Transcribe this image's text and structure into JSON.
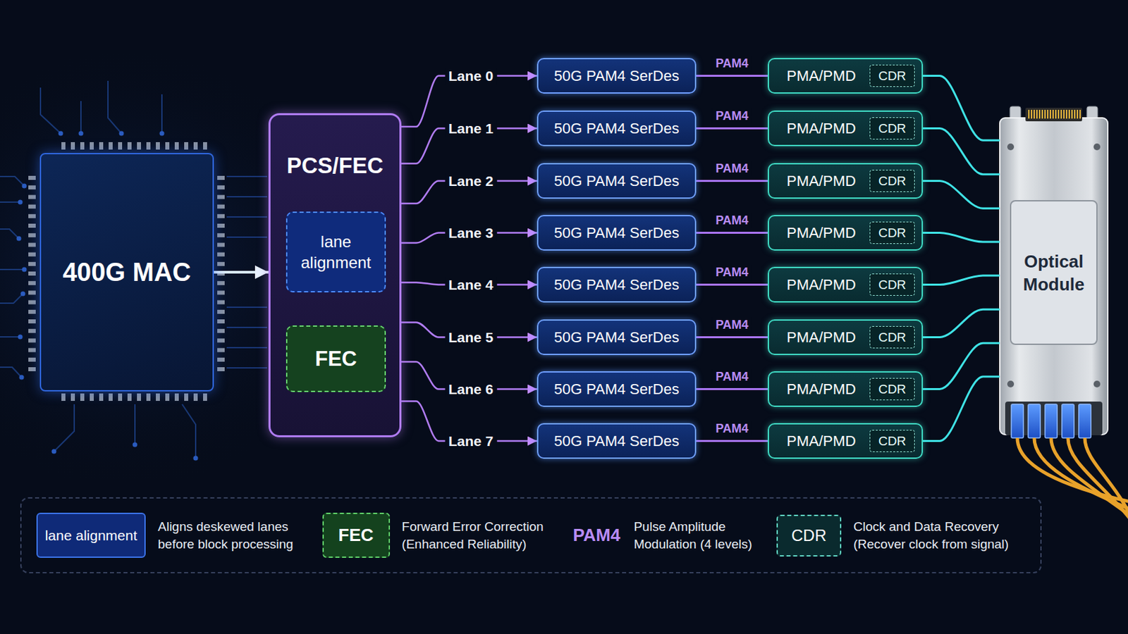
{
  "diagram": {
    "nodes": [
      {
        "text": [
          "400G MAC"
        ]
      },
      {
        "text": [
          "PCS/FEC"
        ]
      },
      {
        "text": [
          "lane alignment"
        ],
        "in": 1
      },
      {
        "text": [
          "FEC"
        ],
        "in": 1
      },
      {
        "text": [
          "50G PAM4 SerDes"
        ]
      },
      {
        "text": [
          "PMA/PMD"
        ]
      },
      {
        "text": [
          "CDR"
        ],
        "in": 5
      },
      {
        "text": [
          "50G PAM4 SerDes"
        ]
      },
      {
        "text": [
          "PMA/PMD"
        ]
      },
      {
        "text": [
          "CDR"
        ],
        "in": 8
      },
      {
        "text": [
          "50G PAM4 SerDes"
        ]
      },
      {
        "text": [
          "PMA/PMD"
        ]
      },
      {
        "text": [
          "CDR"
        ],
        "in": 11
      },
      {
        "text": [
          "50G PAM4 SerDes"
        ]
      },
      {
        "text": [
          "PMA/PMD"
        ]
      },
      {
        "text": [
          "CDR"
        ],
        "in": 14
      },
      {
        "text": [
          "50G PAM4 SerDes"
        ]
      },
      {
        "text": [
          "PMA/PMD"
        ]
      },
      {
        "text": [
          "CDR"
        ],
        "in": 17
      },
      {
        "text": [
          "50G PAM4 SerDes"
        ]
      },
      {
        "text": [
          "PMA/PMD"
        ]
      },
      {
        "text": [
          "CDR"
        ],
        "in": 20
      },
      {
        "text": [
          "50G PAM4 SerDes"
        ]
      },
      {
        "text": [
          "PMA/PMD"
        ]
      },
      {
        "text": [
          "CDR"
        ],
        "in": 23
      },
      {
        "text": [
          "50G PAM4 SerDes"
        ]
      },
      {
        "text": [
          "PMA/PMD"
        ]
      },
      {
        "text": [
          "CDR"
        ],
        "in": 26
      },
      {
        "text": [
          "Optical Module"
        ]
      }
    ],
    "edges": [
      {
        "from": 0,
        "to": 1,
        "arrow": "to"
      },
      {
        "from": 1,
        "to": 4,
        "label": "Lane 0",
        "arrow": "to"
      },
      {
        "from": 1,
        "to": 7,
        "label": "Lane 1",
        "arrow": "to"
      },
      {
        "from": 1,
        "to": 10,
        "label": "Lane 2",
        "arrow": "to"
      },
      {
        "from": 1,
        "to": 13,
        "label": "Lane 3",
        "arrow": "to"
      },
      {
        "from": 1,
        "to": 16,
        "label": "Lane 4",
        "arrow": "to"
      },
      {
        "from": 1,
        "to": 19,
        "label": "Lane 5",
        "arrow": "to"
      },
      {
        "from": 1,
        "to": 22,
        "label": "Lane 6",
        "arrow": "to"
      },
      {
        "from": 1,
        "to": 25,
        "label": "Lane 7",
        "arrow": "to"
      },
      {
        "from": 4,
        "to": 5,
        "label": "PAM4",
        "arrow": "none"
      },
      {
        "from": 7,
        "to": 8,
        "label": "PAM4",
        "arrow": "none"
      },
      {
        "from": 10,
        "to": 11,
        "label": "PAM4",
        "arrow": "none"
      },
      {
        "from": 13,
        "to": 14,
        "label": "PAM4",
        "arrow": "none"
      },
      {
        "from": 16,
        "to": 17,
        "label": "PAM4",
        "arrow": "none"
      },
      {
        "from": 19,
        "to": 20,
        "label": "PAM4",
        "arrow": "none"
      },
      {
        "from": 22,
        "to": 23,
        "label": "PAM4",
        "arrow": "none"
      },
      {
        "from": 25,
        "to": 26,
        "label": "PAM4",
        "arrow": "none"
      },
      {
        "from": 5,
        "to": 28,
        "arrow": "none"
      },
      {
        "from": 8,
        "to": 28,
        "arrow": "none"
      },
      {
        "from": 11,
        "to": 28,
        "arrow": "none"
      },
      {
        "from": 14,
        "to": 28,
        "arrow": "none"
      },
      {
        "from": 17,
        "to": 28,
        "arrow": "none"
      },
      {
        "from": 20,
        "to": 28,
        "arrow": "none"
      },
      {
        "from": 23,
        "to": 28,
        "arrow": "none"
      },
      {
        "from": 26,
        "to": 28,
        "arrow": "none"
      }
    ],
    "labels": [
      "lane alignment",
      "FEC",
      "PAM4",
      "CDR"
    ],
    "legend": [
      {
        "text": "Aligns deskewed lanes before block processing",
        "color": "#0f2a78"
      },
      {
        "text": "Forward Error Correction (Enhanced Reliability)",
        "color": "#14421e"
      },
      {
        "text": "Pulse Amplitude Modulation (4 levels)",
        "color": "#b88cf5"
      },
      {
        "text": "Clock and Data Recovery (Recover clock from signal)",
        "color": "#0a2a2e"
      }
    ]
  }
}
